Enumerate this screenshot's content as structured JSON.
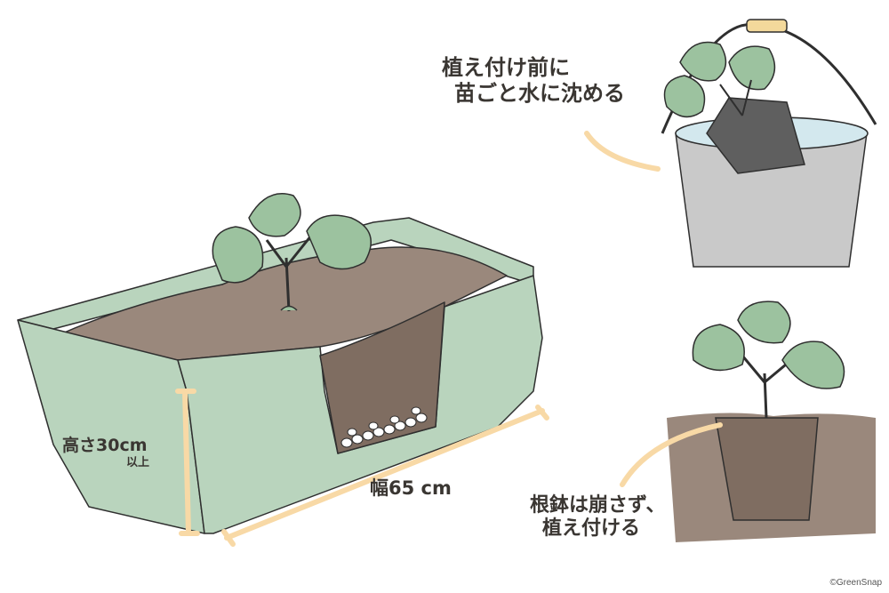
{
  "labels": {
    "soak_line1": "植え付け前に",
    "soak_line2": "苗ごと水に沈める",
    "height_line1": "高さ30cm",
    "height_line2": "以上",
    "width": "幅65 cm",
    "root_line1": "根鉢は崩さず、",
    "root_line2": "植え付ける"
  },
  "credit": "©GreenSnap",
  "colors": {
    "planter": "#b9d4bd",
    "soil": "#9a887c",
    "soil_dark": "#7f6d61",
    "leaf": "#9cc29f",
    "bucket": "#c9c9c9",
    "water": "#d3e8ee",
    "nursery_pot": "#5f5f5f",
    "arrow": "#f8d9a6",
    "line": "#2f2f2f"
  }
}
